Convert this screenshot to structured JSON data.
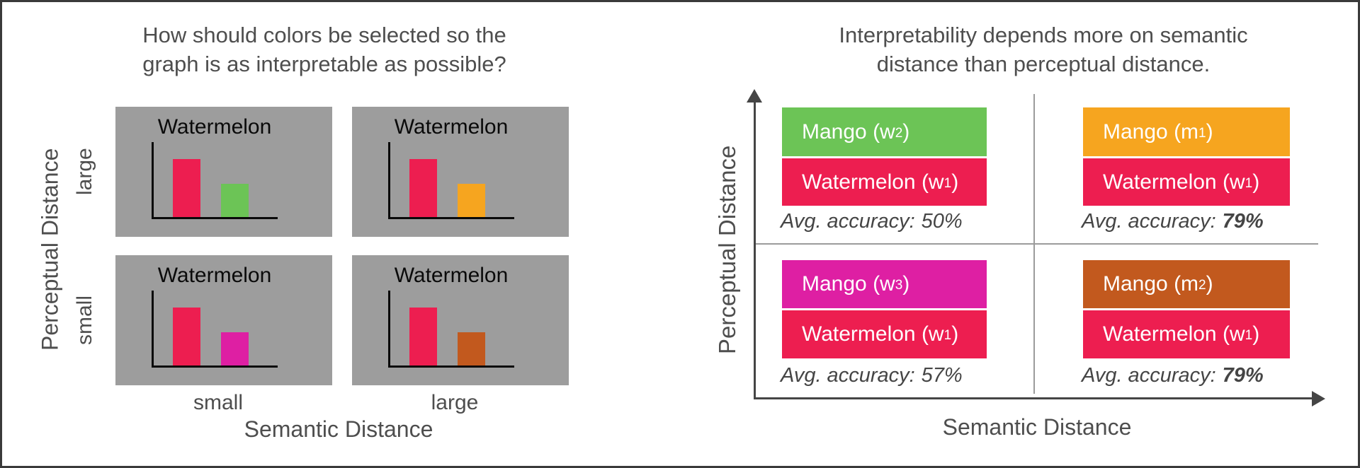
{
  "left_panel": {
    "title_line1": "How should colors be selected so the",
    "title_line2": "graph is as interpretable as possible?",
    "y_axis_label": "Perceptual Distance",
    "x_axis_label": "Semantic Distance",
    "row_labels": [
      "large",
      "small"
    ],
    "col_labels": [
      "small",
      "large"
    ],
    "cells": [
      {
        "title": "Watermelon",
        "row": "large",
        "col": "small",
        "bars": [
          {
            "name": "watermelon",
            "color": "#ED1E50"
          },
          {
            "name": "mango-variant",
            "color": "#6CC456"
          }
        ]
      },
      {
        "title": "Watermelon",
        "row": "large",
        "col": "large",
        "bars": [
          {
            "name": "watermelon",
            "color": "#ED1E50"
          },
          {
            "name": "mango-variant",
            "color": "#F6A51F"
          }
        ]
      },
      {
        "title": "Watermelon",
        "row": "small",
        "col": "small",
        "bars": [
          {
            "name": "watermelon",
            "color": "#ED1E50"
          },
          {
            "name": "mango-variant",
            "color": "#DE1FA3"
          }
        ]
      },
      {
        "title": "Watermelon",
        "row": "small",
        "col": "large",
        "bars": [
          {
            "name": "watermelon",
            "color": "#ED1E50"
          },
          {
            "name": "mango-variant",
            "color": "#C2591E"
          }
        ]
      }
    ]
  },
  "right_panel": {
    "title_line1": "Interpretability depends more on semantic",
    "title_line2": "distance than perceptual distance.",
    "y_axis_label": "Perceptual Distance",
    "x_axis_label": "Semantic Distance",
    "quadrants": [
      {
        "position": "top-left",
        "mango": {
          "pre": "Mango (w",
          "sub": "2",
          "post": ")",
          "color": "#6CC456"
        },
        "watermelon": {
          "pre": "Watermelon (w",
          "sub": "1",
          "post": ")",
          "color": "#ED1E50"
        },
        "accuracy_label": "Avg. accuracy:",
        "accuracy_value": "50%",
        "accuracy_bold": false
      },
      {
        "position": "top-right",
        "mango": {
          "pre": "Mango (m",
          "sub": "1",
          "post": ")",
          "color": "#F6A51F"
        },
        "watermelon": {
          "pre": "Watermelon (w",
          "sub": "1",
          "post": ")",
          "color": "#ED1E50"
        },
        "accuracy_label": "Avg. accuracy:",
        "accuracy_value": "79%",
        "accuracy_bold": true
      },
      {
        "position": "bottom-left",
        "mango": {
          "pre": "Mango (w",
          "sub": "3",
          "post": ")",
          "color": "#DE1FA3"
        },
        "watermelon": {
          "pre": "Watermelon (w",
          "sub": "1",
          "post": ")",
          "color": "#ED1E50"
        },
        "accuracy_label": "Avg. accuracy:",
        "accuracy_value": "57%",
        "accuracy_bold": false
      },
      {
        "position": "bottom-right",
        "mango": {
          "pre": "Mango (m",
          "sub": "2",
          "post": ")",
          "color": "#C2591E"
        },
        "watermelon": {
          "pre": "Watermelon (w",
          "sub": "1",
          "post": ")",
          "color": "#ED1E50"
        },
        "accuracy_label": "Avg. accuracy:",
        "accuracy_value": "79%",
        "accuracy_bold": true
      }
    ]
  },
  "colors": {
    "watermelon_red": "#ED1E50",
    "mango_green": "#6CC456",
    "mango_orange": "#F6A51F",
    "mango_magenta": "#DE1FA3",
    "mango_rust": "#C2591E",
    "panel_gray": "#9D9D9D",
    "text_gray": "#4E4E4E",
    "axis_dark": "#454545",
    "divider_gray": "#9B9B9B"
  }
}
